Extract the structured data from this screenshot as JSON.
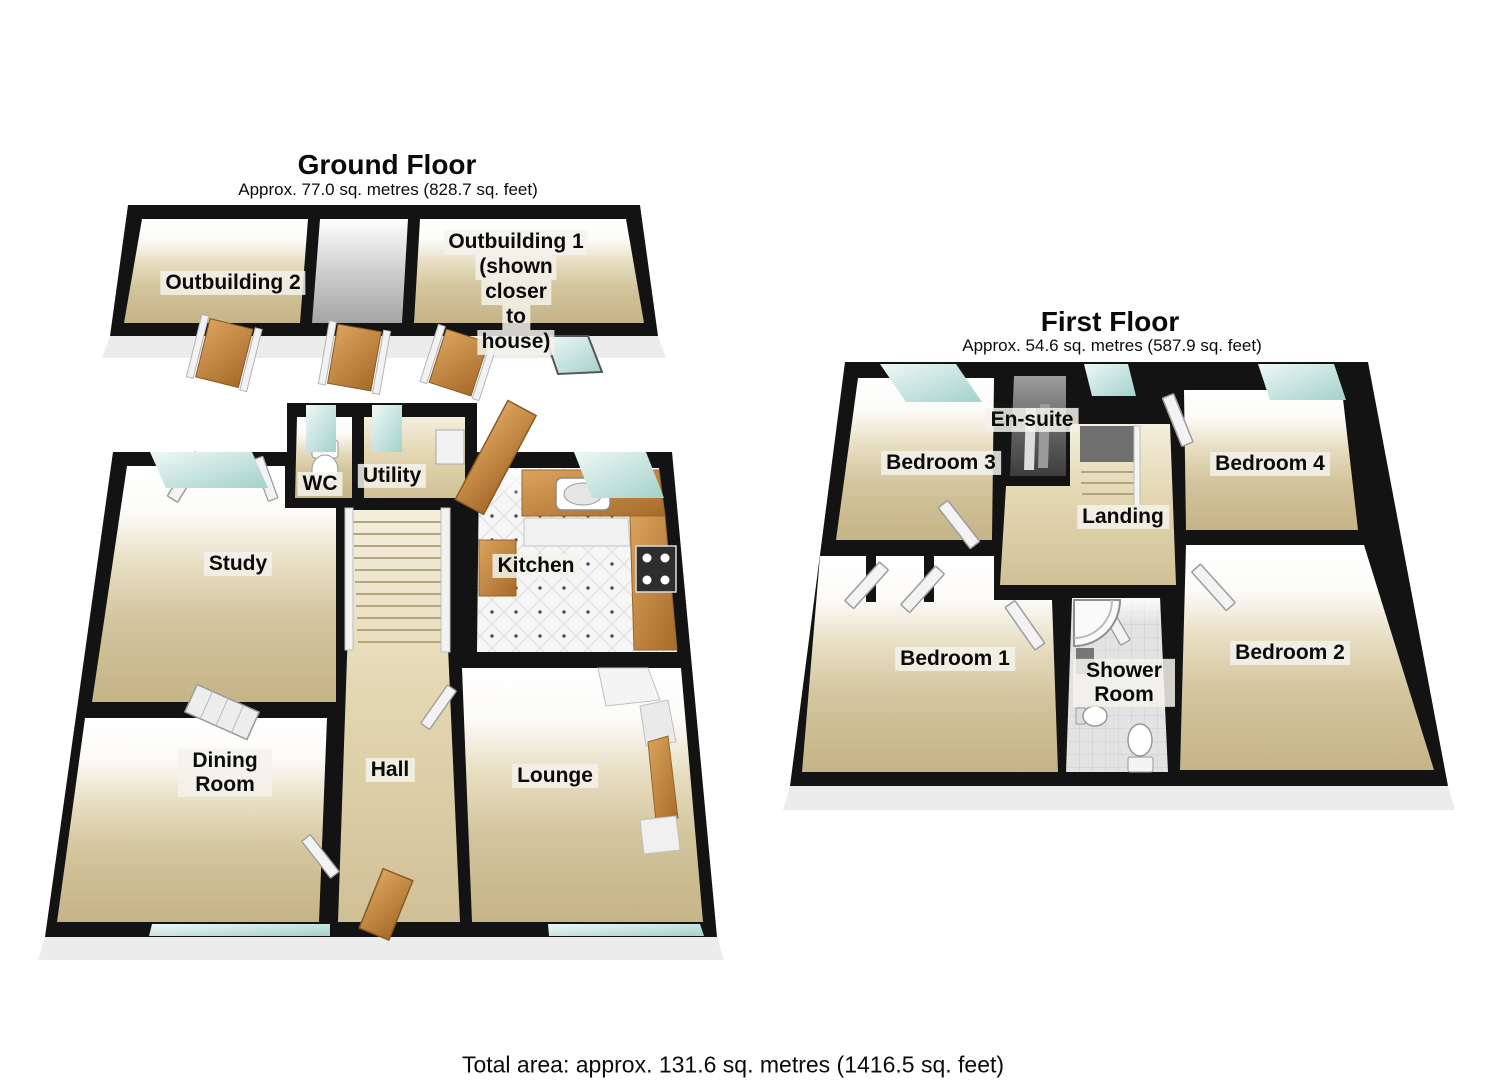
{
  "ground_floor": {
    "title": "Ground Floor",
    "area": "Approx. 77.0 sq. metres (828.7 sq. feet)",
    "rooms": {
      "outbuilding2": "Outbuilding 2",
      "outbuilding1_lines": [
        "Outbuilding 1",
        "(shown",
        "closer",
        "to",
        "house)"
      ],
      "wc": "WC",
      "utility": "Utility",
      "study": "Study",
      "kitchen": "Kitchen",
      "dining_room": "Dining Room",
      "hall": "Hall",
      "lounge": "Lounge"
    }
  },
  "first_floor": {
    "title": "First Floor",
    "area": "Approx. 54.6 sq. metres (587.9 sq. feet)",
    "rooms": {
      "bedroom1": "Bedroom 1",
      "bedroom2": "Bedroom 2",
      "bedroom3": "Bedroom 3",
      "bedroom4": "Bedroom 4",
      "ensuite": "En-suite",
      "landing": "Landing",
      "shower_room": "Shower Room"
    }
  },
  "footer": {
    "total_area": "Total area: approx. 131.6 sq. metres (1416.5 sq. feet)"
  },
  "colors": {
    "wall": "#131313",
    "floor_tan": "#c9b98c",
    "floor_hall": "#d8caa2",
    "window_glass": "#b9dcd7",
    "door_wood": "#c9924d",
    "kitchen_tile": "#f6f6f6",
    "shower_tile": "#e3e3e3",
    "label_bg": "#f3f2eb"
  }
}
